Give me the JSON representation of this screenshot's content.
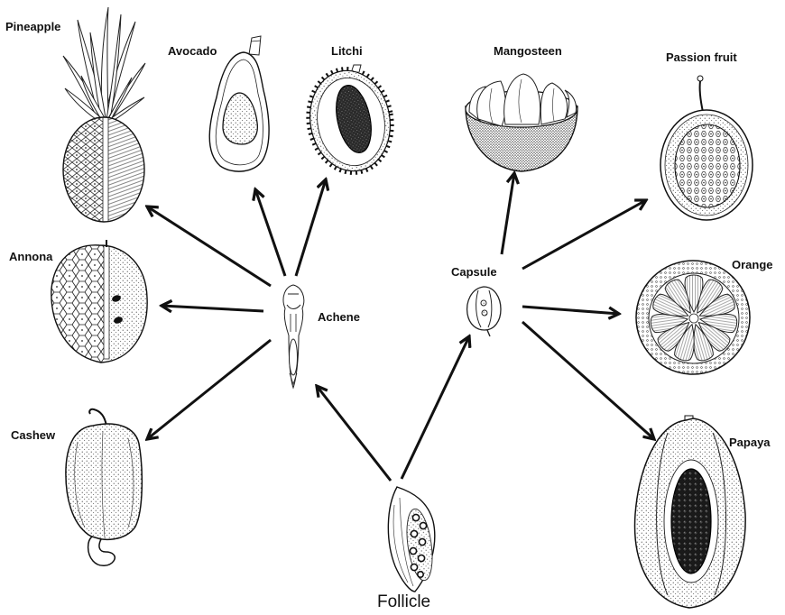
{
  "labels": {
    "pineapple": "Pineapple",
    "avocado": "Avocado",
    "litchi": "Litchi",
    "mangosteen": "Mangosteen",
    "passion_fruit": "Passion fruit",
    "annona": "Annona",
    "achene": "Achene",
    "capsule": "Capsule",
    "orange": "Orange",
    "cashew": "Cashew",
    "papaya": "Papaya",
    "follicle": "Follicle"
  },
  "colors": {
    "ink": "#111111",
    "background": "#ffffff"
  }
}
